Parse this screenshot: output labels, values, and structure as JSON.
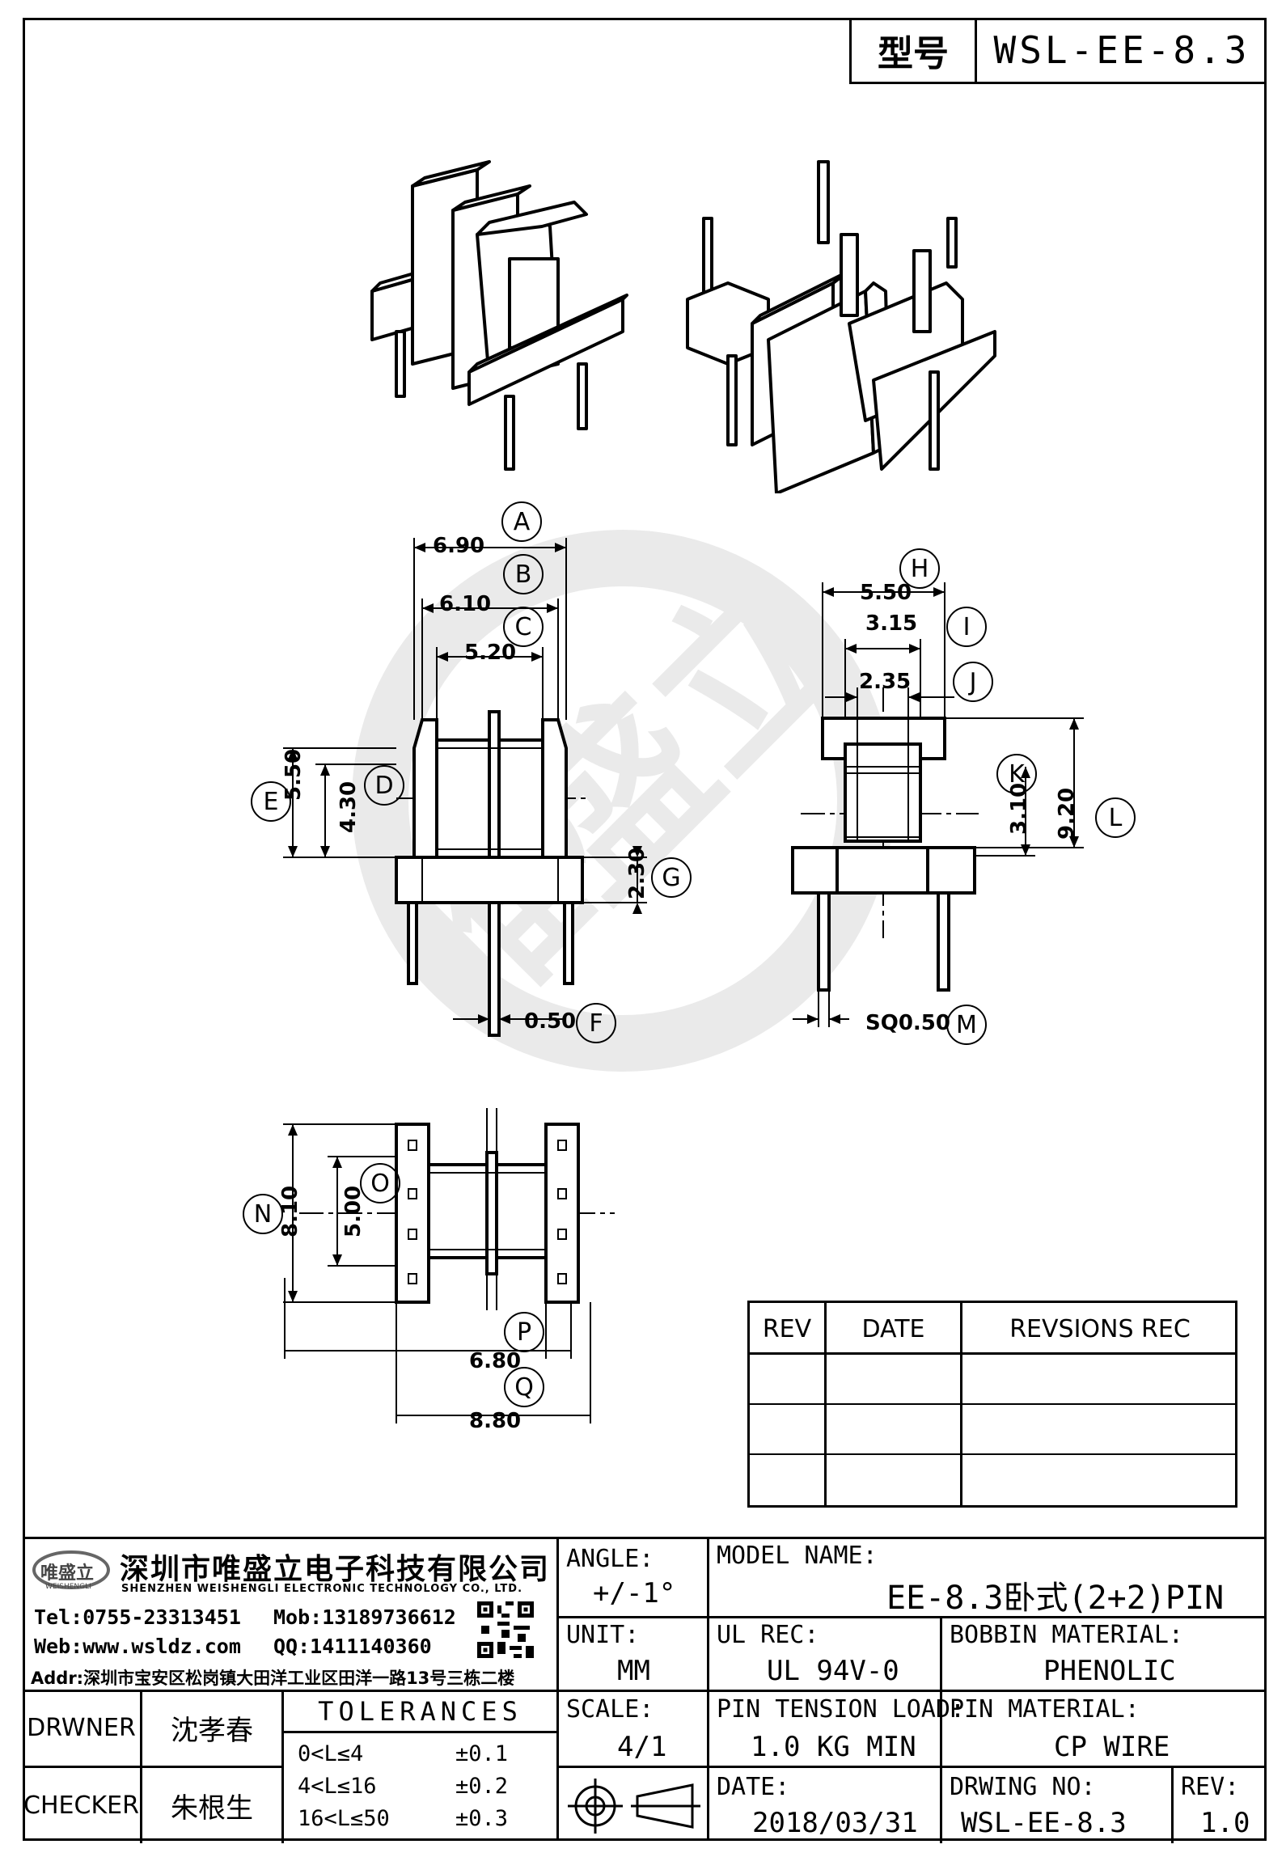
{
  "header": {
    "model_label": "型号",
    "model_value": "WSL-EE-8.3"
  },
  "dimensions": {
    "A": {
      "letter": "A",
      "value": "6.90"
    },
    "B": {
      "letter": "B",
      "value": "6.10"
    },
    "C": {
      "letter": "C",
      "value": "5.20"
    },
    "D": {
      "letter": "D",
      "value": "4.30"
    },
    "E": {
      "letter": "E",
      "value": "5.50"
    },
    "F": {
      "letter": "F",
      "value": "0.50"
    },
    "G": {
      "letter": "G",
      "value": "2.30"
    },
    "H": {
      "letter": "H",
      "value": "5.50"
    },
    "I": {
      "letter": "I",
      "value": "3.15"
    },
    "J": {
      "letter": "J",
      "value": "2.35"
    },
    "K": {
      "letter": "K",
      "value": "3.10"
    },
    "L": {
      "letter": "L",
      "value": "9.20"
    },
    "M": {
      "letter": "M",
      "value": "SQ0.50"
    },
    "N": {
      "letter": "N",
      "value": "8.10"
    },
    "O": {
      "letter": "O",
      "value": "5.00"
    },
    "P": {
      "letter": "P",
      "value": "6.80"
    },
    "Q": {
      "letter": "Q",
      "value": "8.80"
    }
  },
  "revisions": {
    "headers": [
      "REV",
      "DATE",
      "REVSIONS REC"
    ],
    "rows": [
      [
        "",
        "",
        ""
      ],
      [
        "",
        "",
        ""
      ],
      [
        "",
        "",
        ""
      ]
    ]
  },
  "company": {
    "logo_text": "唯盛立",
    "logo_sub": "WEISHENGLI",
    "name_cn": "深圳市唯盛立电子科技有限公司",
    "name_en": "SHENZHEN WEISHENGLI ELECTRONIC TECHNOLOGY CO., LTD.",
    "tel": "Tel:0755-23313451",
    "mob": "Mob:13189736612",
    "web": "Web:www.wsldz.com",
    "qq": "QQ:1411140360",
    "addr": "Addr:深圳市宝安区松岗镇大田洋工业区田洋一路13号三栋二楼"
  },
  "title_block": {
    "angle_label": "ANGLE:",
    "angle_value": "+/-1°",
    "model_name_label": "MODEL NAME:",
    "model_name_value": "EE-8.3卧式(2+2)PIN",
    "unit_label": "UNIT:",
    "unit_value": "MM",
    "ul_rec_label": "UL REC:",
    "ul_rec_value": "UL 94V-0",
    "bobbin_material_label": "BOBBIN MATERIAL:",
    "bobbin_material_value": "PHENOLIC",
    "drawner_label": "DRWNER",
    "drawner_value": "沈孝春",
    "checker_label": "CHECKER",
    "checker_value": "朱根生",
    "tolerances_label": "TOLERANCES",
    "tolerances": [
      {
        "range": "0<L≤4",
        "tol": "±0.1"
      },
      {
        "range": "4<L≤16",
        "tol": "±0.2"
      },
      {
        "range": "16<L≤50",
        "tol": "±0.3"
      }
    ],
    "scale_label": "SCALE:",
    "scale_value": "4/1",
    "pin_tension_label": "PIN TENSION LOAD:",
    "pin_tension_value": "1.0 KG MIN",
    "pin_material_label": "PIN MATERIAL:",
    "pin_material_value": "CP WIRE",
    "date_label": "DATE:",
    "date_value": "2018/03/31",
    "drawing_no_label": "DRWING NO:",
    "drawing_no_value": "WSL-EE-8.3",
    "rev_label": "REV:",
    "rev_value": "1.0"
  }
}
